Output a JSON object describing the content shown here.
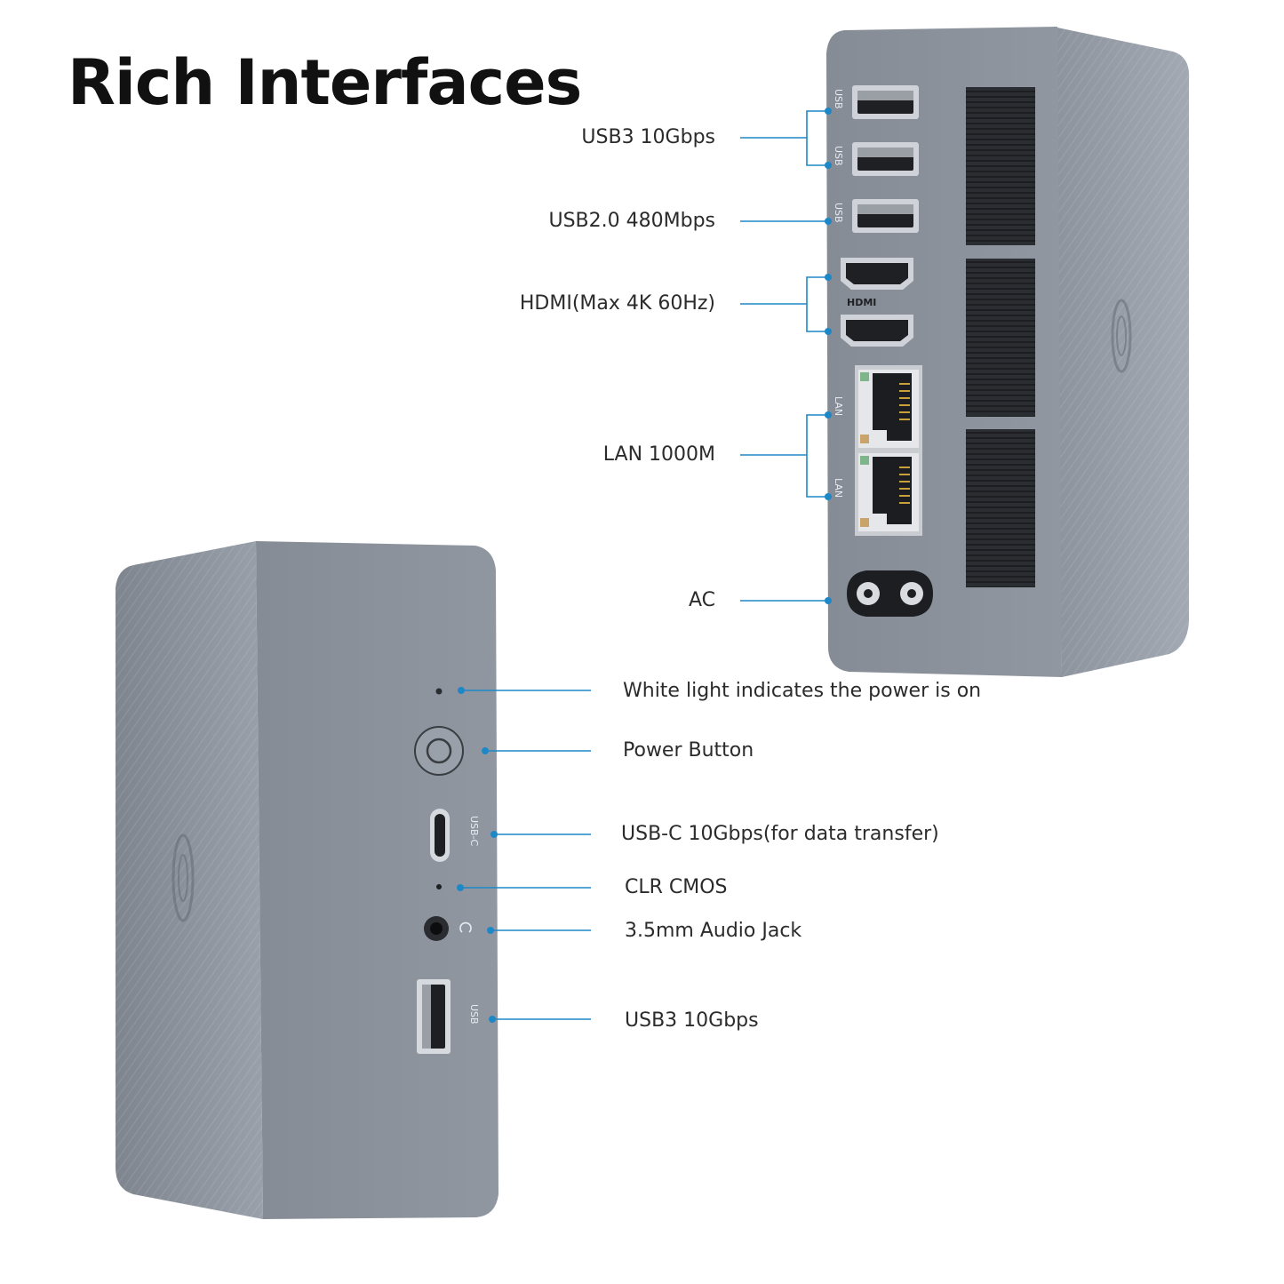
{
  "title": "Rich Interfaces",
  "rear_panel": {
    "labels": {
      "usb3": "USB3 10Gbps",
      "usb2": "USB2.0 480Mbps",
      "hdmi": "HDMI(Max 4K 60Hz)",
      "lan": "LAN 1000M",
      "ac": "AC"
    },
    "port_marks": {
      "usb_a": "USB",
      "usb_b": "USB",
      "usb_c": "USB",
      "hdmi_logo": "HDMI",
      "lan_a": "LAN",
      "lan_b": "LAN"
    }
  },
  "front_panel": {
    "labels": {
      "power_light": "White light indicates the power is on",
      "power_button": "Power Button",
      "usb_c": "USB-C 10Gbps(for data transfer)",
      "clr_cmos": "CLR CMOS",
      "audio": "3.5mm Audio Jack",
      "usb3": "USB3 10Gbps"
    },
    "port_marks": {
      "usb_c": "USB-C",
      "usb": "USB"
    }
  },
  "colors": {
    "accent": "#1e88c7",
    "chassis": "#8c929c",
    "chassis_dark": "#6e747e",
    "text": "#2b2b2b"
  }
}
